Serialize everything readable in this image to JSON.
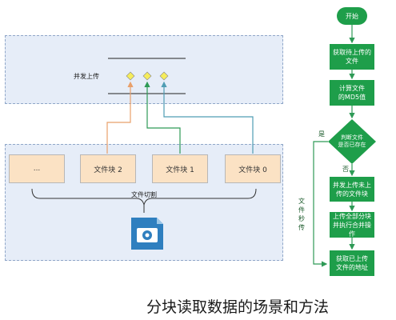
{
  "left": {
    "concurrent_label": "并发上传",
    "blocks": [
      {
        "label": "..."
      },
      {
        "label": "文件块 2"
      },
      {
        "label": "文件块 1"
      },
      {
        "label": "文件块 0"
      }
    ],
    "split_label": "文件切割",
    "file_icon": "video-file-icon"
  },
  "flow": {
    "start": "开始",
    "get_file": "获取待上传的文件",
    "calc_md5": "计算文件\n的MD5值",
    "decision": "判断文件\n是否已存在",
    "yes": "是",
    "no": "否",
    "concurrent": "并发上传未上传的文件块",
    "merge": "上传全部分块\n并执行合并操作",
    "get_url": "获取已上传\n文件的地址",
    "instant_upload": "文件秒传"
  },
  "caption": "分块读取数据的场景和方法",
  "colors": {
    "panel": "#e6edf8",
    "node": "#1e9e4a",
    "block": "#fbe2c4",
    "diamond": "#f5ec5b",
    "arrow_orange": "#e8a06a",
    "arrow_green": "#2e9a56",
    "arrow_teal": "#4f9db3"
  }
}
